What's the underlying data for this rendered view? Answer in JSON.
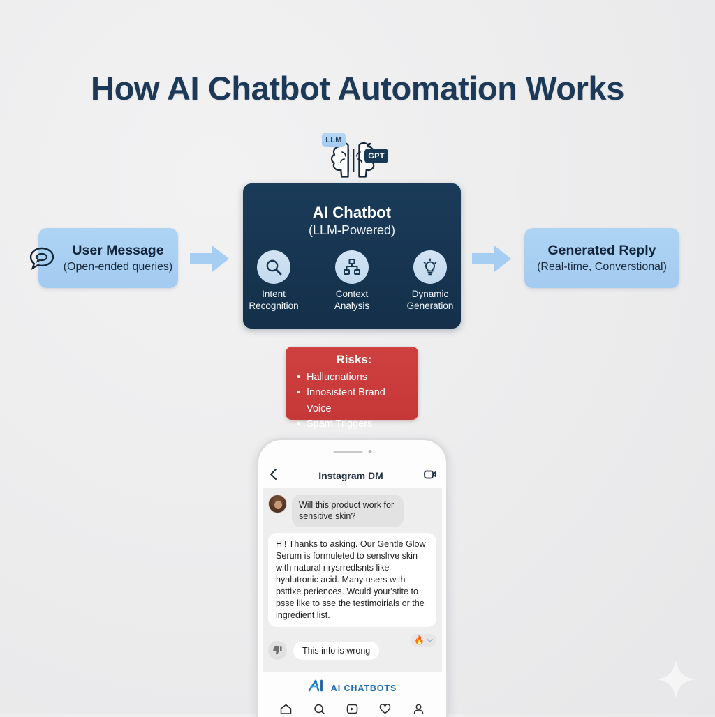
{
  "page": {
    "title": "How AI Chatbot Automation Works",
    "background_color": "#ececed",
    "accent_color": "#a4cbf0",
    "dark_color": "#15324c",
    "risk_color": "#cc3b3b",
    "brand_blue": "#1f6fb8"
  },
  "flow": {
    "input": {
      "icon": "chat-bubble-icon",
      "title": "User Message",
      "subtitle": "(Open-ended queries)"
    },
    "arrow_left": "arrow-right-icon",
    "arrow_right": "arrow-right-icon",
    "output": {
      "title": "Generated Reply",
      "subtitle": "(Real-time, Converstional)"
    }
  },
  "engine": {
    "icon": "brain-icon",
    "tags": [
      {
        "label": "LLM",
        "color": "#a3cbef"
      },
      {
        "label": "GPT",
        "color": "#183953"
      }
    ],
    "title": "AI Chatbot",
    "subtitle": "(LLM-Powered)",
    "features": [
      {
        "icon": "magnifier-icon",
        "label_line1": "Intent",
        "label_line2": "Recognition"
      },
      {
        "icon": "hierarchy-icon",
        "label_line1": "Context",
        "label_line2": "Analysis"
      },
      {
        "icon": "lightbulb-icon",
        "label_line1": "Dynamic",
        "label_line2": "Generation"
      }
    ]
  },
  "risks": {
    "heading": "Risks:",
    "items": [
      "Hallucnations",
      "Innosistent Brand Voice",
      "Spam Triggers"
    ]
  },
  "phone": {
    "header": {
      "back_icon": "chevron-left-icon",
      "title": "Instagram DM",
      "right_icon": "video-camera-icon"
    },
    "messages": [
      {
        "role": "user",
        "avatar": "user-avatar",
        "text": "Will this product work for sensitive skin?"
      },
      {
        "role": "bot",
        "text": "Hi! Thanks to asking. Our Gentle Glow Serum is formuleted to senslrve skin with natural rirysrredlsnts like hyalutronic acid. Many users with psttixe periences. Wculd your'stite to psse like to sse the testimoirials or the ingredient list."
      }
    ],
    "reaction": {
      "emoji": "fire-emoji",
      "chevron": "chevron-down-icon"
    },
    "feedback": {
      "icon": "thumbs-down-icon",
      "label": "This info is wrong"
    },
    "brand": {
      "logo": "ai-chatbots-logo",
      "text": "AI CHATBOTS"
    },
    "nav_icons": [
      "home-icon",
      "search-icon",
      "reels-icon",
      "heart-icon",
      "profile-icon"
    ]
  },
  "decor": {
    "sparkle": "sparkle-icon"
  }
}
